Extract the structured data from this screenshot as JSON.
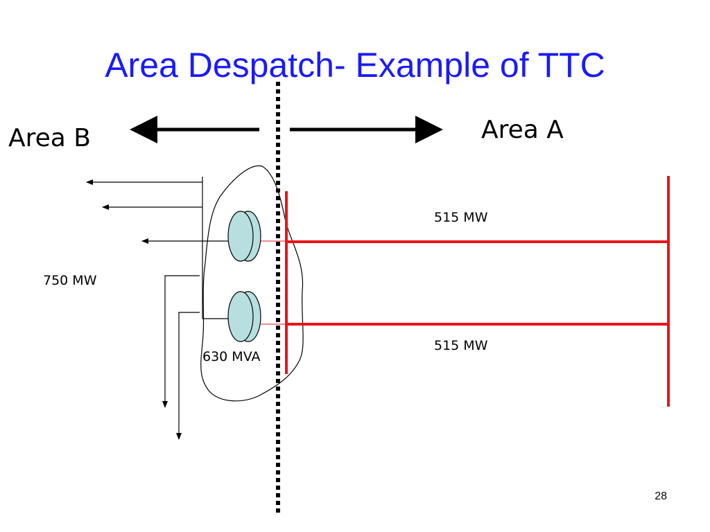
{
  "slide": {
    "title": "Area Despatch- Example of TTC",
    "area_b_label": "Area B",
    "area_a_label": "Area A",
    "load_label": "750 MW",
    "transformer_label": "630 MVA",
    "line_top_label": "515 MW",
    "line_bottom_label": "515 MW",
    "page_number": "28"
  },
  "colors": {
    "title": "#1a1aff",
    "line": "#e8141a",
    "transformer_fill": "#b8dfe0"
  }
}
